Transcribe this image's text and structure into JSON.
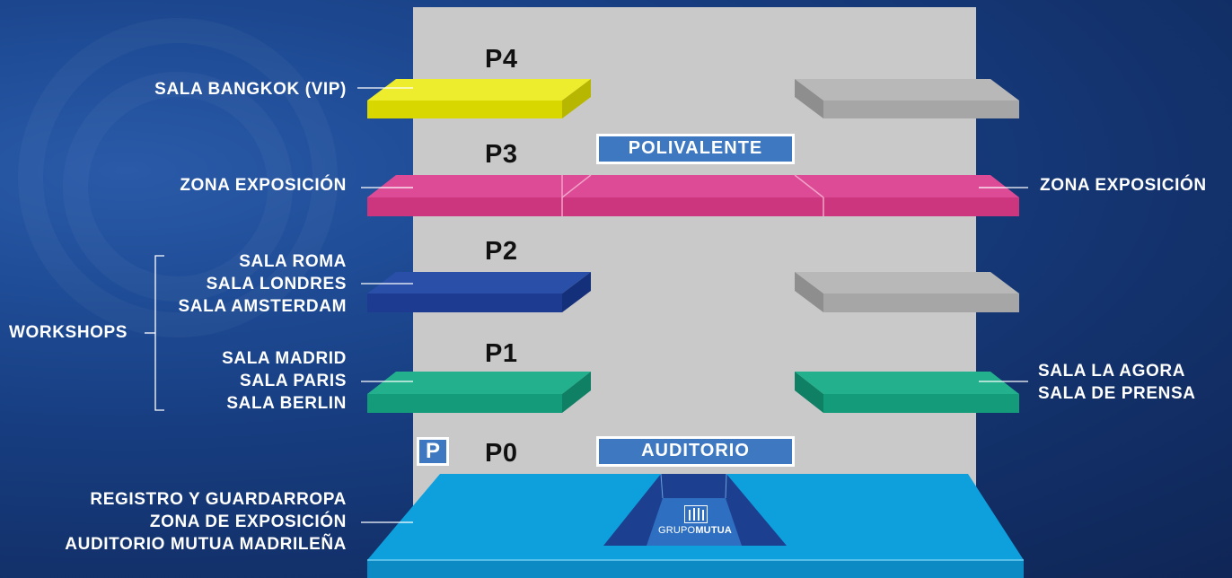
{
  "floors": {
    "p4": "P4",
    "p3": "P3",
    "p2": "P2",
    "p1": "P1",
    "p0": "P0"
  },
  "tags": {
    "polivalente": "POLIVALENTE",
    "auditorio": "AUDITORIO",
    "parking": "P"
  },
  "labels": {
    "p4_left": "SALA BANGKOK (VIP)",
    "p3_left": "ZONA EXPOSICIÓN",
    "p3_right": "ZONA EXPOSICIÓN",
    "p2_left": [
      "SALA ROMA",
      "SALA LONDRES",
      "SALA AMSTERDAM"
    ],
    "workshops": "WORKSHOPS",
    "p1_left": [
      "SALA MADRID",
      "SALA PARIS",
      "SALA BERLIN"
    ],
    "p1_right": [
      "SALA LA AGORA",
      "SALA DE PRENSA"
    ],
    "p0_left": [
      "REGISTRO Y GUARDARROPA",
      "ZONA DE EXPOSICIÓN",
      "AUDITORIO MUTUA MADRILEÑA"
    ]
  },
  "brand": {
    "prefix": "GRUPO",
    "name": "MUTUA"
  },
  "colors": {
    "background": "#173d80",
    "tower": "#c9c9c9",
    "p4_slab": "#e0df00",
    "p3_slab": "#d13a87",
    "p2_slab": "#1e3f99",
    "p1_slab": "#17a07e",
    "inactive_slab": "#a9a9a9",
    "p0_slab": "#0ea0dd",
    "tag": "#3d78c0"
  }
}
